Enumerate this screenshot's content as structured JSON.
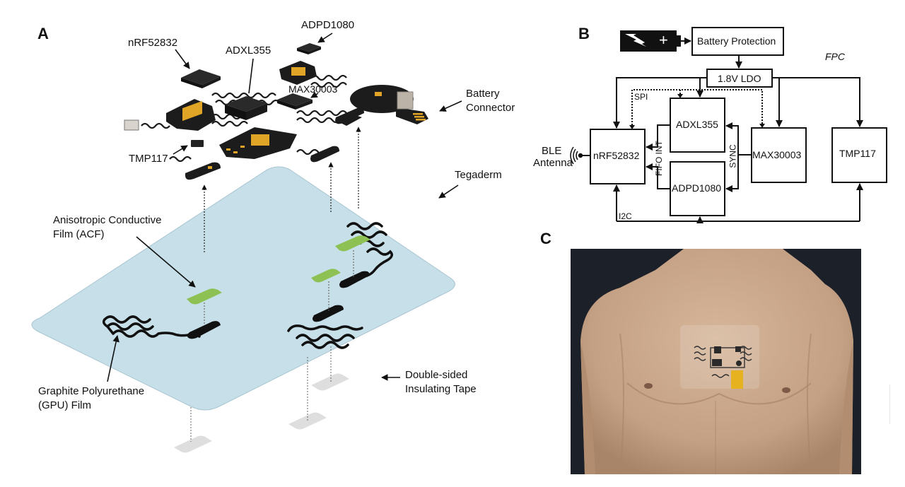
{
  "panels": {
    "a": {
      "letter": "A",
      "labels": {
        "nrf": "nRF52832",
        "adxl": "ADXL355",
        "adpd": "ADPD1080",
        "max": "MAX30003",
        "battery_connector_1": "Battery",
        "battery_connector_2": "Connector",
        "tmp": "TMP117",
        "tegaderm": "Tegaderm",
        "acf_1": "Anisotropic Conductive",
        "acf_2": "Film (ACF)",
        "gpu_1": "Graphite Polyurethane",
        "gpu_2": "(GPU) Film",
        "tape_1": "Double-sided",
        "tape_2": "Insulating Tape"
      },
      "colors": {
        "tegaderm": "#c6dfe8",
        "acf": "#8dc153",
        "pcb": "#1c1c1c",
        "gold": "#e0a526",
        "tape": "#dcdcdc"
      }
    },
    "b": {
      "letter": "B",
      "fpc_label": "FPC",
      "blocks": {
        "battery_protection": "Battery Protection",
        "ldo": "1.8V LDO",
        "nrf": "nRF52832",
        "adxl": "ADXL355",
        "adpd": "ADPD1080",
        "max": "MAX30003",
        "tmp": "TMP117"
      },
      "signals": {
        "spi": "SPI",
        "fifo_int": "FIFO INT",
        "sync": "SYNC",
        "i2c": "I2C"
      },
      "antenna_label_1": "BLE",
      "antenna_label_2": "Antenna",
      "battery_symbol": "+"
    },
    "c": {
      "letter": "C",
      "colors": {
        "background": "#1b2029",
        "skin": "#c9a68a",
        "battery": "#e7b21f"
      }
    }
  }
}
